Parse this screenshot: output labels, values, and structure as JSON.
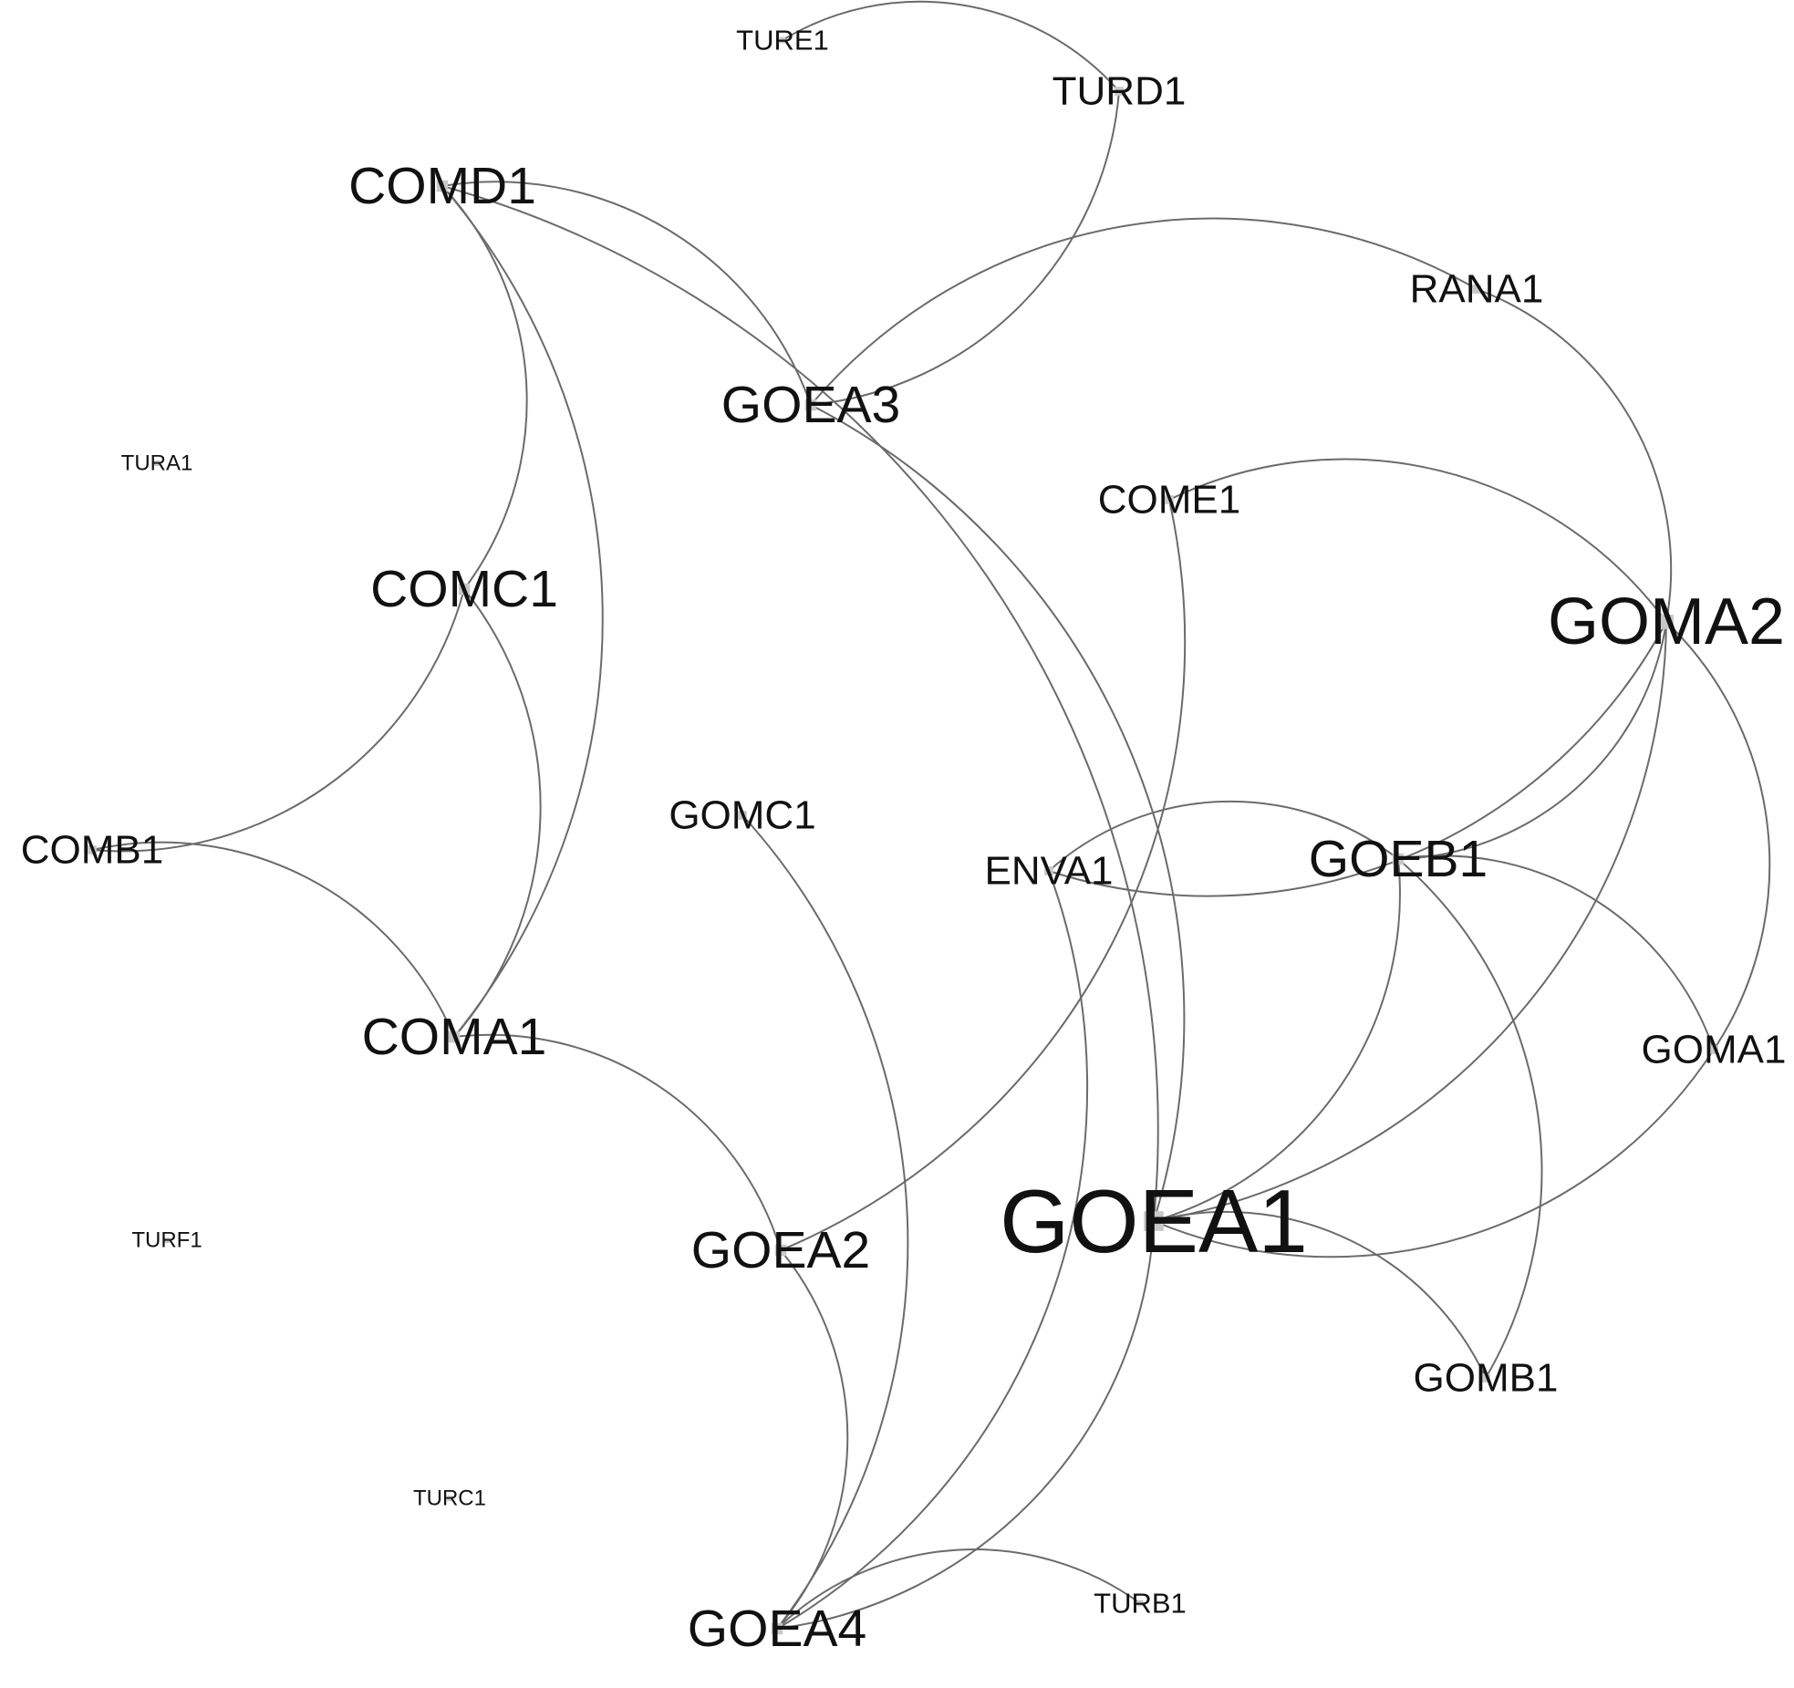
{
  "graph": {
    "nodes": [
      {
        "id": "TURE1",
        "label": "TURE1",
        "size": "small"
      },
      {
        "id": "TURD1",
        "label": "TURD1",
        "size": "medium"
      },
      {
        "id": "COMD1",
        "label": "COMD1",
        "size": "large"
      },
      {
        "id": "RANA1",
        "label": "RANA1",
        "size": "medium"
      },
      {
        "id": "GOEA3",
        "label": "GOEA3",
        "size": "large"
      },
      {
        "id": "TURA1",
        "label": "TURA1",
        "size": "tiny"
      },
      {
        "id": "COME1",
        "label": "COME1",
        "size": "medium"
      },
      {
        "id": "COMC1",
        "label": "COMC1",
        "size": "large"
      },
      {
        "id": "GOMA2",
        "label": "GOMA2",
        "size": "xlarge"
      },
      {
        "id": "COMB1",
        "label": "COMB1",
        "size": "medium"
      },
      {
        "id": "GOMC1",
        "label": "GOMC1",
        "size": "medium"
      },
      {
        "id": "ENVA1",
        "label": "ENVA1",
        "size": "medium"
      },
      {
        "id": "GOEB1",
        "label": "GOEB1",
        "size": "large"
      },
      {
        "id": "COMA1",
        "label": "COMA1",
        "size": "large"
      },
      {
        "id": "GOMA1",
        "label": "GOMA1",
        "size": "medium"
      },
      {
        "id": "GOEA1",
        "label": "GOEA1",
        "size": "huge"
      },
      {
        "id": "TURF1",
        "label": "TURF1",
        "size": "tiny"
      },
      {
        "id": "GOEA2",
        "label": "GOEA2",
        "size": "large"
      },
      {
        "id": "GOMB1",
        "label": "GOMB1",
        "size": "medium"
      },
      {
        "id": "TURC1",
        "label": "TURC1",
        "size": "tiny"
      },
      {
        "id": "GOEA4",
        "label": "GOEA4",
        "size": "large"
      },
      {
        "id": "TURB1",
        "label": "TURB1",
        "size": "small"
      }
    ],
    "edges": [
      [
        "TURE1",
        "TURD1"
      ],
      [
        "TURD1",
        "GOEA3"
      ],
      [
        "COMD1",
        "GOEA3"
      ],
      [
        "COMD1",
        "COMC1"
      ],
      [
        "COMD1",
        "COMA1"
      ],
      [
        "COMD1",
        "GOEA1"
      ],
      [
        "GOEA3",
        "RANA1"
      ],
      [
        "RANA1",
        "GOMA2"
      ],
      [
        "GOEA3",
        "GOEA1"
      ],
      [
        "COMC1",
        "COMB1"
      ],
      [
        "COMC1",
        "COMA1"
      ],
      [
        "COMB1",
        "COMA1"
      ],
      [
        "COMA1",
        "GOEA2"
      ],
      [
        "COME1",
        "GOMA2"
      ],
      [
        "COME1",
        "GOEA2"
      ],
      [
        "GOMA2",
        "GOEB1"
      ],
      [
        "GOMA2",
        "ENVA1"
      ],
      [
        "GOMA2",
        "GOMA1"
      ],
      [
        "GOMA2",
        "GOEA1"
      ],
      [
        "GOMC1",
        "GOEA4"
      ],
      [
        "ENVA1",
        "GOEA4"
      ],
      [
        "ENVA1",
        "GOEB1"
      ],
      [
        "GOEB1",
        "GOMA1"
      ],
      [
        "GOEB1",
        "GOEA1"
      ],
      [
        "GOEB1",
        "GOMB1"
      ],
      [
        "GOMA1",
        "GOEA1"
      ],
      [
        "GOEA1",
        "GOMB1"
      ],
      [
        "GOEA1",
        "GOEA4"
      ],
      [
        "GOEA2",
        "GOEA4"
      ],
      [
        "GOEA4",
        "TURB1"
      ]
    ]
  }
}
